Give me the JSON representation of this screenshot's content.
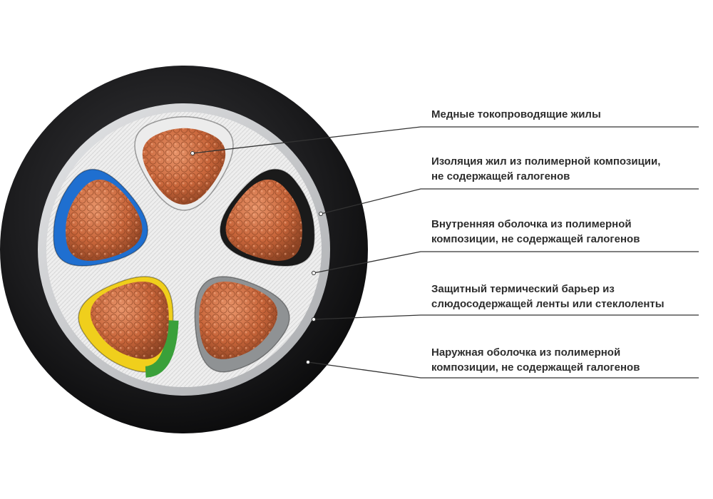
{
  "callouts": [
    {
      "id": "copper-conductors",
      "lines": [
        "Медные токопроводящие жилы"
      ]
    },
    {
      "id": "core-insulation",
      "lines": [
        "Изоляция жил из полимерной композиции,",
        "не содержащей галогенов"
      ]
    },
    {
      "id": "inner-sheath",
      "lines": [
        "Внутренняя оболочка из полимерной",
        "композиции, не содержащей галогенов"
      ]
    },
    {
      "id": "thermal-barrier",
      "lines": [
        "Защитный термический барьер из",
        "слюдосодержащей ленты или стеклоленты"
      ]
    },
    {
      "id": "outer-sheath",
      "lines": [
        "Наружная оболочка из полимерной",
        "композиции, не содержащей галогенов"
      ]
    }
  ],
  "colors": {
    "outer_sheath": "#1c1c1e",
    "thermal_barrier": "#c9cacc",
    "inner_sheath": "#f3f3f3",
    "copper": "#c8653a",
    "core_white": "#ececec",
    "core_black": "#1a1a1a",
    "core_gray": "#8f9294",
    "core_blue": "#1f6fd0",
    "core_yellow": "#f0cf1c",
    "core_green": "#3aa03a",
    "leader_line": "#333333"
  }
}
